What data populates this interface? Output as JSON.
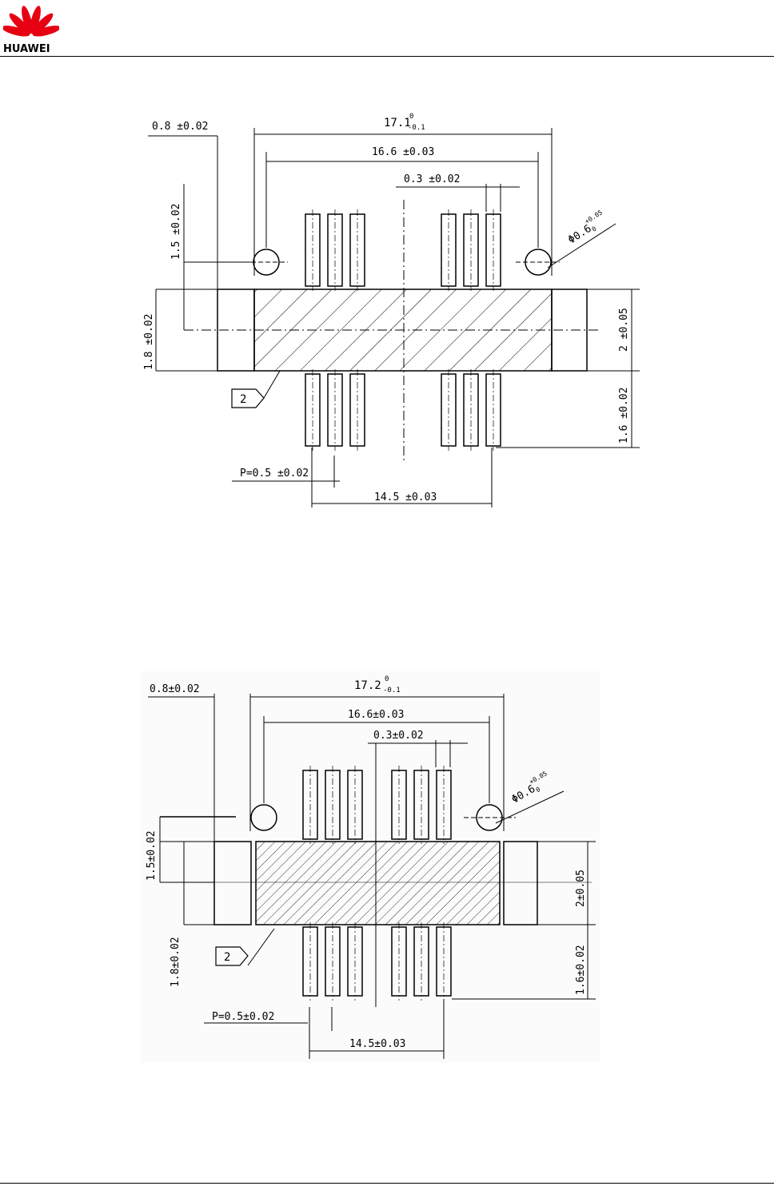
{
  "header": {
    "brand": "HUAWEI",
    "brand_color": "#e60012"
  },
  "drawings": [
    {
      "dims": {
        "total_width": "17.1",
        "total_width_tol_upper": "0",
        "total_width_tol_lower": "-0.1",
        "edge_offset": "0.8 ±0.02",
        "hole_spacing": "16.6 ±0.03",
        "pin_width": "0.3 ±0.02",
        "hole_dia": "Φ0.6",
        "hole_dia_tol_upper": "+0.05",
        "hole_dia_tol_lower": "0",
        "hole_offset": "1.5 ±0.02",
        "body_height_left": "1.8 ±0.02",
        "body_height_right": "2 ±0.05",
        "pin_length": "1.6 ±0.02",
        "pitch": "P=0.5 ±0.02",
        "pin_span": "14.5 ±0.03",
        "callout": "2"
      }
    },
    {
      "dims": {
        "total_width": "17.2",
        "total_width_tol_upper": "0",
        "total_width_tol_lower": "-0.1",
        "edge_offset": "0.8±0.02",
        "hole_spacing": "16.6±0.03",
        "pin_width": "0.3±0.02",
        "hole_dia": "Φ0.6",
        "hole_dia_tol_upper": "+0.05",
        "hole_dia_tol_lower": "0",
        "hole_offset": "1.5±0.02",
        "body_height_left": "1.8±0.02",
        "body_height_right": "2±0.05",
        "pin_length": "1.6±0.02",
        "pitch": "P=0.5±0.02",
        "pin_span": "14.5±0.03",
        "callout": "2"
      }
    }
  ]
}
